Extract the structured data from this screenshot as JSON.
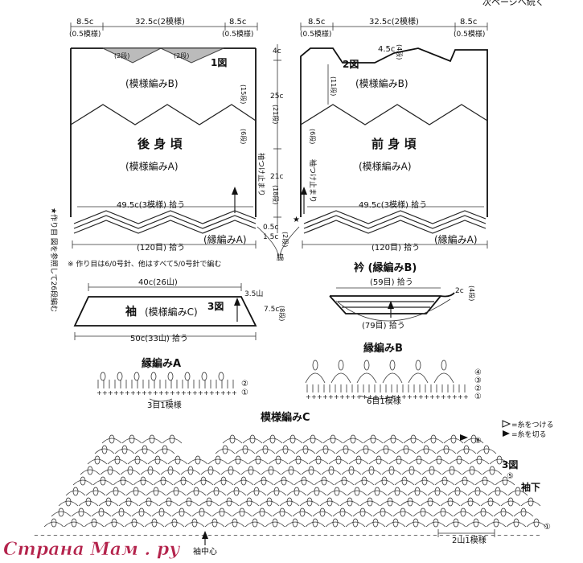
{
  "top_right_note": "次ページへ続く",
  "back_panel": {
    "dim_left": "8.5c",
    "dim_left_sub": "(0.5模様)",
    "dim_mid": "32.5c(2模様)",
    "dim_right": "8.5c",
    "dim_right_sub": "(0.5模様)",
    "fig_label": "1図",
    "pattern_b": "(模様編みB)",
    "title": "後 身 頃",
    "pattern_a": "(模様編みA)",
    "pick_up": "49.5c(3模様) 拾う",
    "edging": "(縁編みA)",
    "bottom_count": "(120目) 拾う",
    "row2a": "(2段)",
    "row2b": "(2段)",
    "row15": "(15段)",
    "row6": "(6段)"
  },
  "center": {
    "c4": "4c",
    "c25": "25c",
    "row21": "(21段)",
    "c21": "21c",
    "row18": "(18段)",
    "c05": "0.5c",
    "c15": "1.5c",
    "row2": "(2段)",
    "sleeve_stop": "袖つけ止まり",
    "waki": "脇"
  },
  "front_panel": {
    "dim_left": "8.5c",
    "dim_left_sub": "(0.5模様)",
    "dim_mid": "32.5c(2模様)",
    "dim_right": "8.5c",
    "dim_right_sub": "(0.5模様)",
    "neck_c": "4.5c",
    "neck_row": "(4段)",
    "fig_label": "2図",
    "row11": "(11段)",
    "pattern_b": "(模様編みB)",
    "title": "前 身 頃",
    "pattern_a": "(模様編みA)",
    "row6": "(6段)",
    "sleeve_stop": "袖つけ止まり",
    "pick_up": "49.5c(3模様) 拾う",
    "edging": "(縁編みA)",
    "bottom_count": "(120目) 拾う"
  },
  "side_note": "★作り目 図を参照して26段編む",
  "hook_note": "※ 作り目は6/0号針、他はすべて5/0号針で編む",
  "sleeve": {
    "top_dim": "40c(26山)",
    "right_top": "3.5山",
    "title": "袖",
    "pattern": "(模様編みC)",
    "fig_label": "3図",
    "height": "7.5c",
    "height_rows": "(8段)",
    "bottom_dim": "50c(33山) 拾う"
  },
  "collar": {
    "title": "衿 (縁編みB)",
    "top_count": "(59目) 拾う",
    "side_c": "2c",
    "side_rows": "(4段)",
    "bottom_count": "(79目) 拾う"
  },
  "edge_a": {
    "title": "縁編みA",
    "repeat": "3目1模様",
    "row1": "①",
    "row2": "②"
  },
  "edge_b": {
    "title": "縁編みB",
    "repeat": "6目1模様",
    "row1": "①",
    "row2": "②",
    "row3": "③",
    "row4": "④"
  },
  "pattern_c": {
    "title": "模様編みC",
    "legend_attach": "=糸をつける",
    "legend_cut": "=糸を切る",
    "fig_label": "3図",
    "cuff": "袖下",
    "row8": "⑧",
    "row5": "⑤",
    "row1": "①",
    "repeat": "2山1模様",
    "center": "袖中心"
  },
  "watermark": "Страна Мам . ру"
}
